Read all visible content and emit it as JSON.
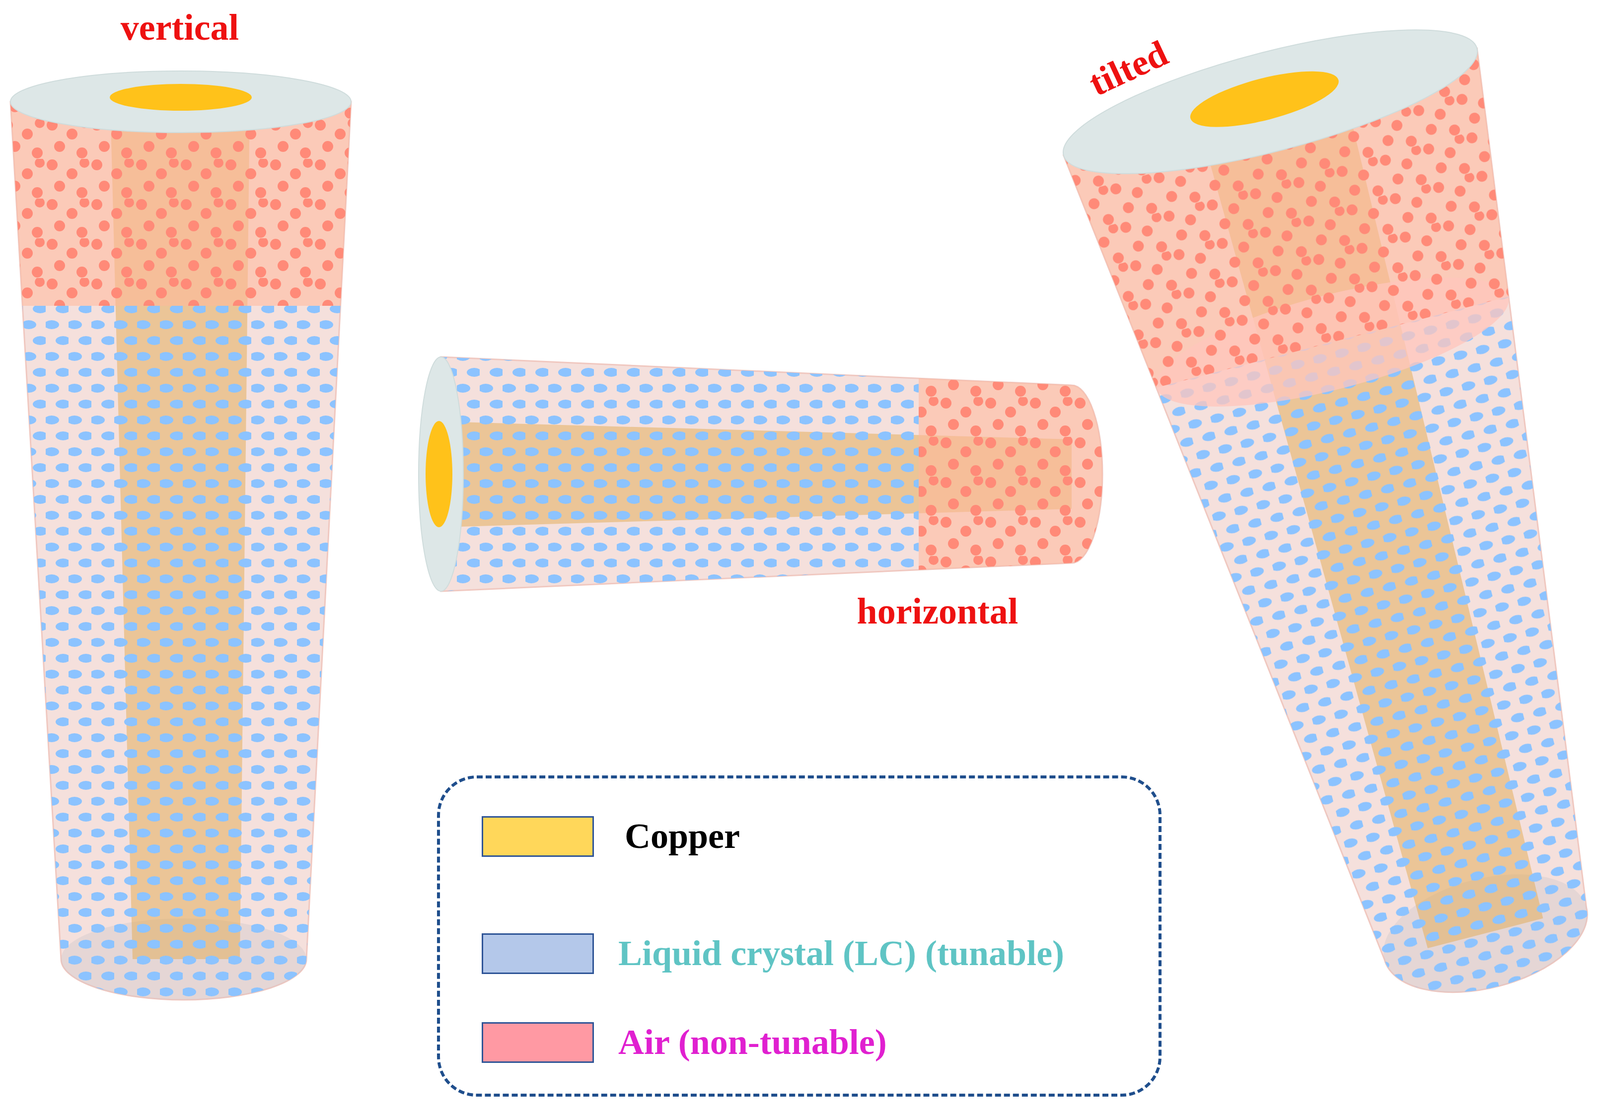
{
  "diagram": {
    "labels": [
      "vertical",
      "horizontal",
      "tilted"
    ],
    "legend": [
      {
        "text": "Copper",
        "color": "#ffd75a"
      },
      {
        "text": "Liquid crystal (LC) (tunable)",
        "color": "#b4c8ea"
      },
      {
        "text": "Air (non-tunable)",
        "color": "#ff99a3"
      }
    ]
  }
}
